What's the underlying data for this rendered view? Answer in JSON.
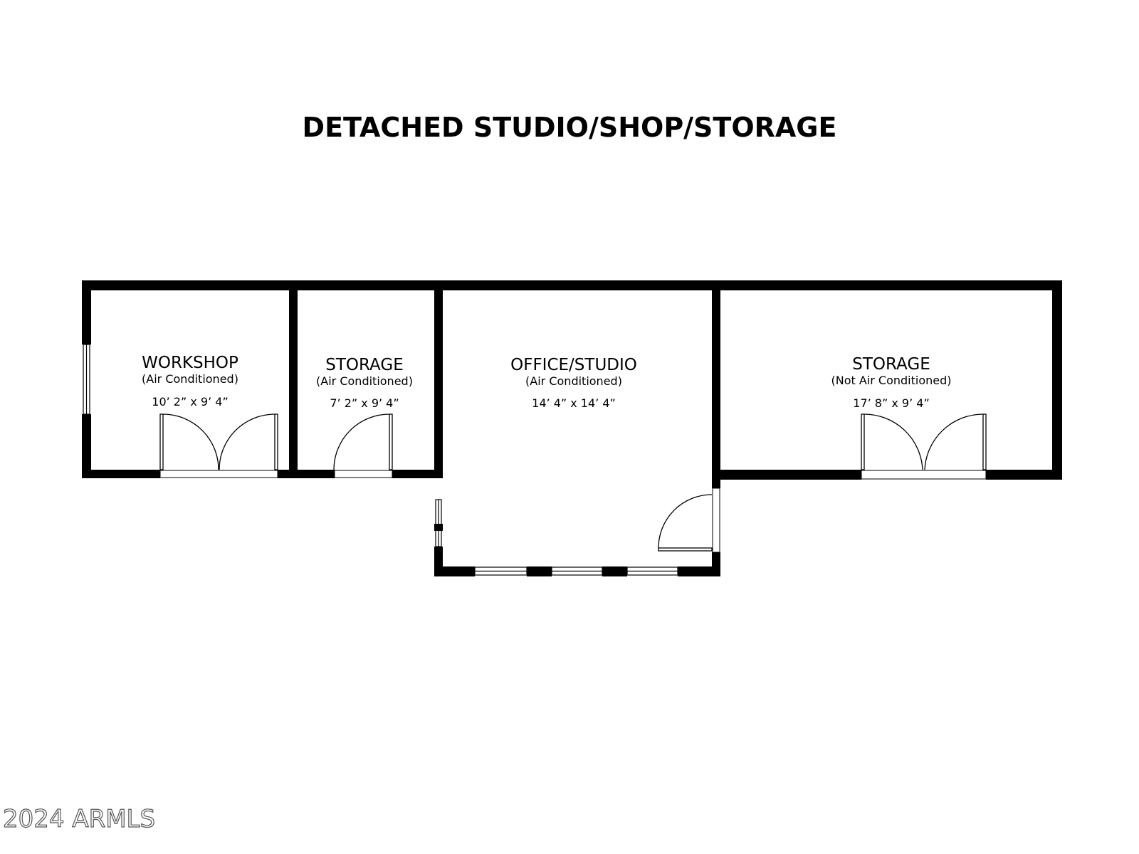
{
  "title": "DETACHED STUDIO/SHOP/STORAGE",
  "rooms": [
    {
      "name": "WORKSHOP",
      "note": "(Air Conditioned)",
      "size": "10’ 2” x 9’ 4”"
    },
    {
      "name": "STORAGE",
      "note": "(Air Conditioned)",
      "size": "7’ 2” x 9’ 4”"
    },
    {
      "name": "OFFICE/STUDIO",
      "note": "(Air Conditioned)",
      "size": "14’ 4” x 14’ 4”"
    },
    {
      "name": "STORAGE",
      "note": "(Not Air Conditioned)",
      "size": "17’ 8” x 9’ 4”"
    }
  ],
  "watermark": "2024 ARMLS",
  "colors": {
    "wall": "#000000",
    "background": "#ffffff"
  }
}
